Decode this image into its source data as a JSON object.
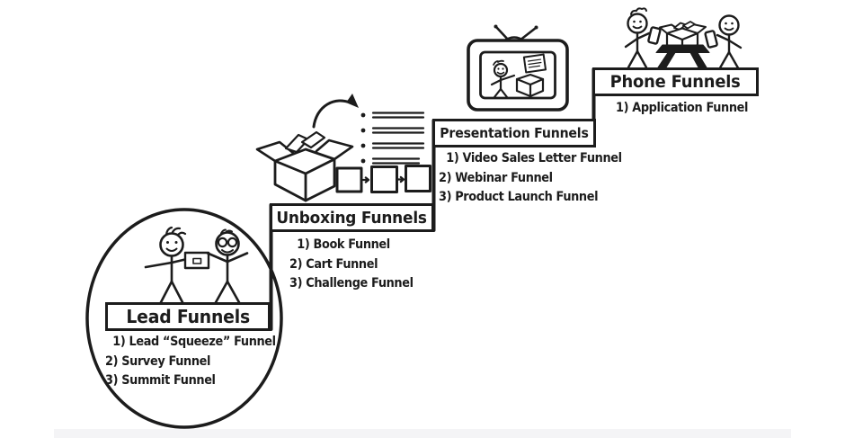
{
  "theme": {
    "ink": "#1c1c1c",
    "paper": "#ffffff",
    "footer_strip": "#f4f4f6"
  },
  "diagram": {
    "type": "staircase-funnel-diagram",
    "description": "Four funnel categories arranged as ascending steps from lower-left to upper-right"
  },
  "sections": [
    {
      "id": "lead",
      "title": "Lead Funnels",
      "items": [
        "1) Lead “Squeeze” Funnel",
        "2) Survey Funnel",
        "3) Summit Funnel"
      ],
      "icon": "two-stick-figures-with-envelope-in-circle"
    },
    {
      "id": "unboxing",
      "title": "Unboxing Funnels",
      "items": [
        "1) Book Funnel",
        "2) Cart Funnel",
        "3) Challenge Funnel"
      ],
      "icon": "open-box-arrow-checklist-and-process-squares"
    },
    {
      "id": "presentation",
      "title": "Presentation Funnels",
      "items": [
        "1) Video Sales Letter Funnel",
        "2) Webinar Funnel",
        "3) Product Launch Funnel"
      ],
      "icon": "tv-with-presenter-and-box"
    },
    {
      "id": "phone",
      "title": "Phone Funnels",
      "items": [
        "1) Application Funnel"
      ],
      "icon": "two-people-holding-phones-with-box-on-table"
    }
  ]
}
